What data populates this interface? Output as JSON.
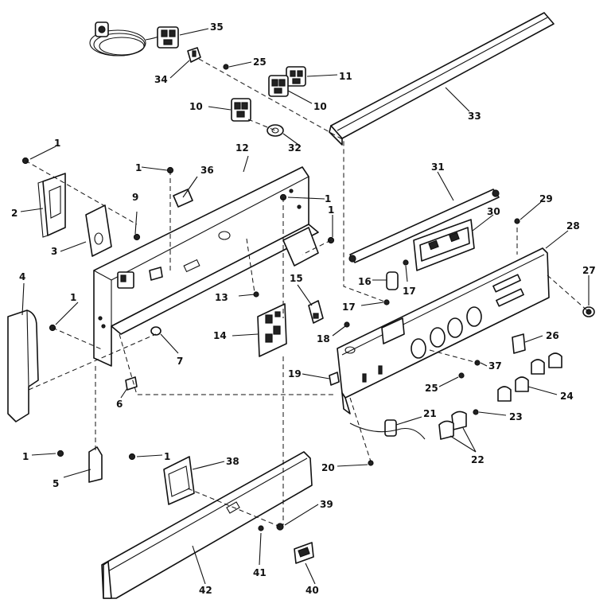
{
  "diagram": {
    "callouts": [
      {
        "id": "c1a",
        "text": "1"
      },
      {
        "id": "c1b",
        "text": "1"
      },
      {
        "id": "c1c",
        "text": "1"
      },
      {
        "id": "c1d",
        "text": "1"
      },
      {
        "id": "c1e",
        "text": "1"
      },
      {
        "id": "c1f",
        "text": "1"
      },
      {
        "id": "c1g",
        "text": "1"
      },
      {
        "id": "c2",
        "text": "2"
      },
      {
        "id": "c3",
        "text": "3"
      },
      {
        "id": "c4",
        "text": "4"
      },
      {
        "id": "c5",
        "text": "5"
      },
      {
        "id": "c6",
        "text": "6"
      },
      {
        "id": "c7",
        "text": "7"
      },
      {
        "id": "c9",
        "text": "9"
      },
      {
        "id": "c10a",
        "text": "10"
      },
      {
        "id": "c10b",
        "text": "10"
      },
      {
        "id": "c11",
        "text": "11"
      },
      {
        "id": "c12",
        "text": "12"
      },
      {
        "id": "c13",
        "text": "13"
      },
      {
        "id": "c14",
        "text": "14"
      },
      {
        "id": "c15",
        "text": "15"
      },
      {
        "id": "c16",
        "text": "16"
      },
      {
        "id": "c17a",
        "text": "17"
      },
      {
        "id": "c17b",
        "text": "17"
      },
      {
        "id": "c18",
        "text": "18"
      },
      {
        "id": "c19",
        "text": "19"
      },
      {
        "id": "c20",
        "text": "20"
      },
      {
        "id": "c21",
        "text": "21"
      },
      {
        "id": "c22",
        "text": "22"
      },
      {
        "id": "c23",
        "text": "23"
      },
      {
        "id": "c24",
        "text": "24"
      },
      {
        "id": "c25a",
        "text": "25"
      },
      {
        "id": "c25b",
        "text": "25"
      },
      {
        "id": "c26",
        "text": "26"
      },
      {
        "id": "c27",
        "text": "27"
      },
      {
        "id": "c28",
        "text": "28"
      },
      {
        "id": "c29",
        "text": "29"
      },
      {
        "id": "c30",
        "text": "30"
      },
      {
        "id": "c31",
        "text": "31"
      },
      {
        "id": "c32",
        "text": "32"
      },
      {
        "id": "c33",
        "text": "33"
      },
      {
        "id": "c34",
        "text": "34"
      },
      {
        "id": "c35",
        "text": "35"
      },
      {
        "id": "c36",
        "text": "36"
      },
      {
        "id": "c37",
        "text": "37"
      },
      {
        "id": "c38",
        "text": "38"
      },
      {
        "id": "c39",
        "text": "39"
      },
      {
        "id": "c40",
        "text": "40"
      },
      {
        "id": "c41",
        "text": "41"
      },
      {
        "id": "c42",
        "text": "42"
      }
    ]
  }
}
